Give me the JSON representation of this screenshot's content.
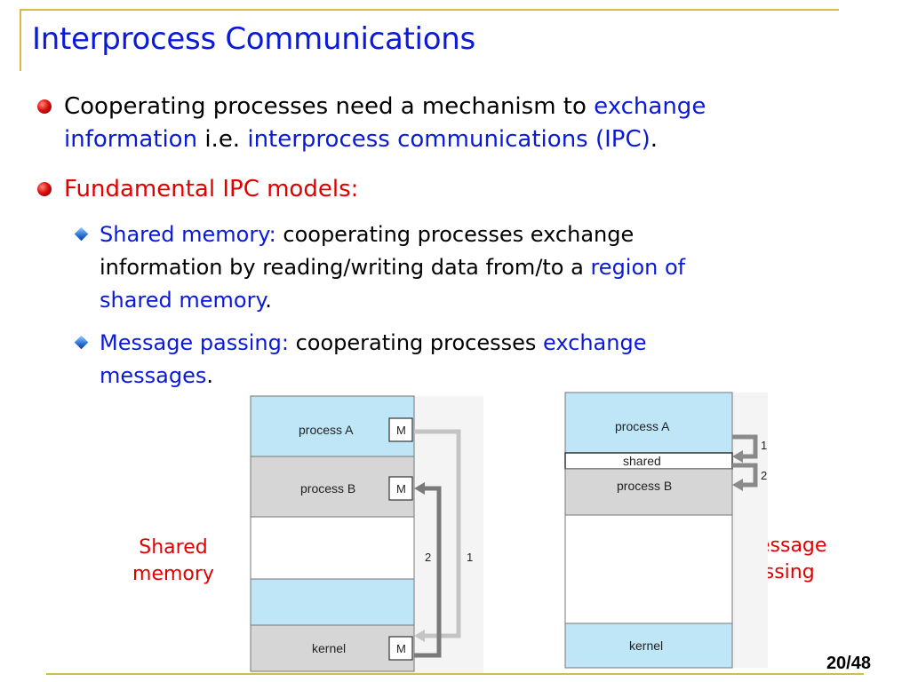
{
  "title": "Interprocess Communications",
  "bullets": {
    "b1": {
      "p1": "Cooperating processes need a mechanism to ",
      "p2": "exchange",
      "p3": "information",
      "p4": " i.e. ",
      "p5": "interprocess communications (IPC)",
      "p6": "."
    },
    "b2": {
      "text": "Fundamental IPC models:"
    },
    "s1": {
      "term": "Shared memory:",
      "p1": " cooperating processes exchange",
      "p2": "information by reading/writing data from/to a ",
      "p3": "region of",
      "p4": "shared memory",
      "p5": "."
    },
    "s2": {
      "term": "Message passing:",
      "p1": " cooperating processes ",
      "p2": "exchange",
      "p3": "messages",
      "p4": "."
    }
  },
  "labels": {
    "shared_1": "Shared",
    "shared_2": "memory",
    "message_1": "Message",
    "message_2": "Passing"
  },
  "diagram_left": {
    "process_a": "process A",
    "process_b": "process B",
    "kernel": "kernel",
    "m": "M",
    "arrow_1": "1",
    "arrow_2": "2"
  },
  "diagram_right": {
    "process_a": "process A",
    "shared": "shared",
    "process_b": "process B",
    "kernel": "kernel",
    "arrow_1": "1",
    "arrow_2": "2"
  },
  "slide_number": "20/48",
  "colors": {
    "accent_blue": "#0a1ad8",
    "accent_red": "#e00000",
    "frame_gold": "#d9b94a",
    "process_fill": "#bfe6f7",
    "gray_fill": "#d6d6d6"
  }
}
